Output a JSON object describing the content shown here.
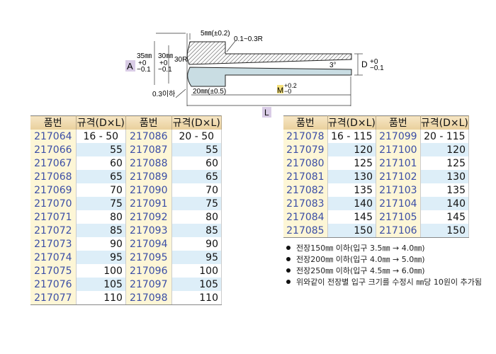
{
  "diagram": {
    "label_A": "A",
    "label_A_dim": "35㎜",
    "label_A_tol_plus": "+0",
    "label_A_tol_minus": "−0.1",
    "label_30": "30㎜",
    "label_30_tol_plus": "+0",
    "label_30_tol_minus": "−0.1",
    "radius_30R": "30R",
    "dim_5": "5㎜(±0.2)",
    "radius_small": "0.1~0.3R",
    "angle": "3°",
    "label_D": "D",
    "label_D_tol_plus": "+0",
    "label_D_tol_minus": "−0.1",
    "chamfer": "0.3이하",
    "dim_20": "20㎜(±0.5)",
    "label_M": "M",
    "label_M_tol_plus": "+0.2",
    "label_M_tol_minus": "−0",
    "label_L": "L"
  },
  "headers": {
    "code": "품번",
    "spec": "규격(D×L)"
  },
  "left_table": [
    [
      "217064",
      "16 - 50",
      "217086",
      "20 - 50"
    ],
    [
      "217066",
      "55",
      "217087",
      "55"
    ],
    [
      "217067",
      "60",
      "217088",
      "60"
    ],
    [
      "217068",
      "65",
      "217089",
      "65"
    ],
    [
      "217069",
      "70",
      "217090",
      "70"
    ],
    [
      "217070",
      "75",
      "217091",
      "75"
    ],
    [
      "217071",
      "80",
      "217092",
      "80"
    ],
    [
      "217072",
      "85",
      "217093",
      "85"
    ],
    [
      "217073",
      "90",
      "217094",
      "90"
    ],
    [
      "217074",
      "95",
      "217095",
      "95"
    ],
    [
      "217075",
      "100",
      "217096",
      "100"
    ],
    [
      "217076",
      "105",
      "217097",
      "105"
    ],
    [
      "217077",
      "110",
      "217098",
      "110"
    ]
  ],
  "right_table": [
    [
      "217078",
      "16 - 115",
      "217099",
      "20 - 115"
    ],
    [
      "217079",
      "120",
      "217100",
      "120"
    ],
    [
      "217080",
      "125",
      "217101",
      "125"
    ],
    [
      "217081",
      "130",
      "217102",
      "130"
    ],
    [
      "217082",
      "135",
      "217103",
      "135"
    ],
    [
      "217083",
      "140",
      "217104",
      "140"
    ],
    [
      "217084",
      "145",
      "217105",
      "145"
    ],
    [
      "217085",
      "150",
      "217106",
      "150"
    ]
  ],
  "notes": [
    "전장150㎜ 이하(입구 3.5㎜ → 4.0㎜)",
    "전장200㎜ 이하(입구 4.0㎜ → 5.0㎜)",
    "전장250㎜ 이하(입구 4.5㎜ → 6.0㎜)",
    "위와같이 전장별 입구 크기를 수정시 ㎜당 10원이 추가됨"
  ],
  "colors": {
    "code_text": "#3b4ea6",
    "alt_row": "#ddeef8",
    "code_bg": "#fdf6d6",
    "part_fill": "#c9dde3",
    "label_bg": "#d9cce6"
  }
}
